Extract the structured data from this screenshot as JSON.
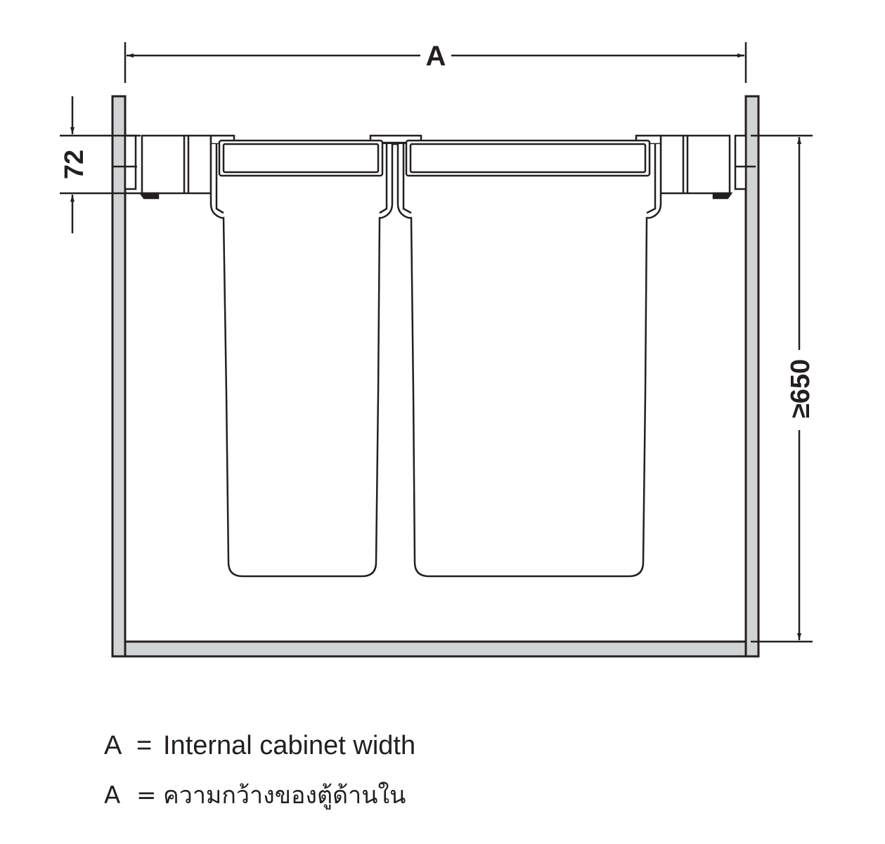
{
  "dimensions": {
    "width_label": "A",
    "rail_height_label": "72",
    "depth_label": "≥650"
  },
  "legend": [
    {
      "symbol": "A",
      "equals": "=",
      "text": "Internal cabinet width"
    },
    {
      "symbol": "A",
      "equals": "=",
      "text": "ความกว้างของตู้ด้านใน"
    }
  ],
  "colors": {
    "line": "#231f20",
    "panel_fill": "#d1d3d4",
    "background": "#ffffff"
  }
}
